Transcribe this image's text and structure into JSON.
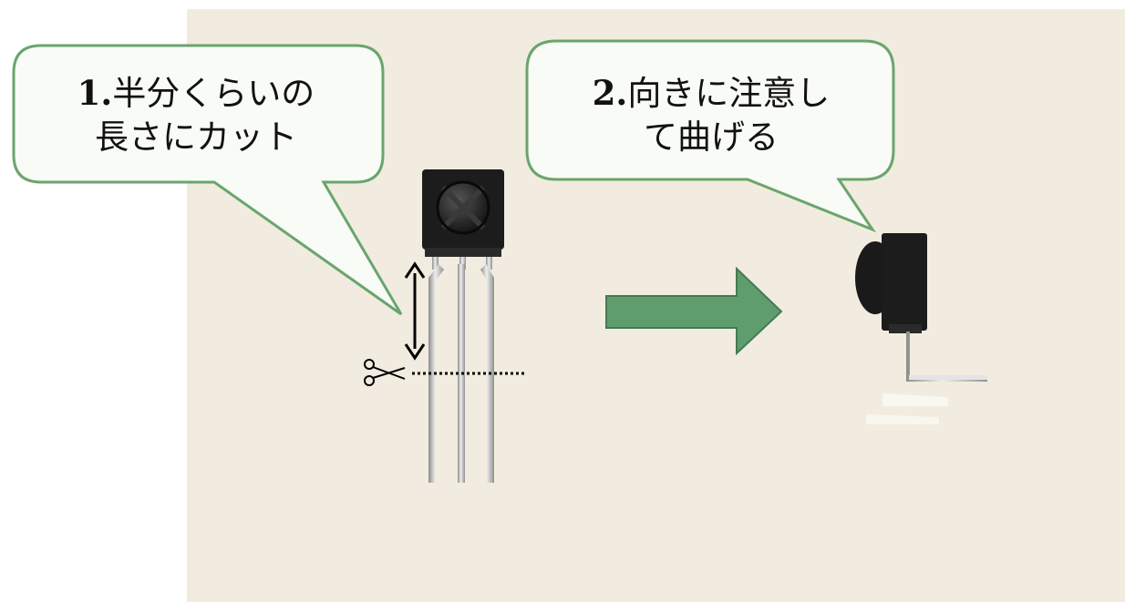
{
  "callouts": [
    {
      "number": "1.",
      "line1": "半分くらいの",
      "line2": "長さにカット"
    },
    {
      "number": "2.",
      "line1": "向きに注意し",
      "line2": "て曲げる"
    }
  ],
  "icons": {
    "scissors": "scissors-icon",
    "arrow": "right-arrow-icon"
  },
  "colors": {
    "background_photo": "#f3efe2",
    "callout_fill": "#f8fbf6",
    "callout_border": "#6aa56d",
    "arrow_fill": "#5f9d6f",
    "arrow_border": "#457a52",
    "component_body": "#1c1c1c",
    "leads": "#bfbfbf"
  }
}
